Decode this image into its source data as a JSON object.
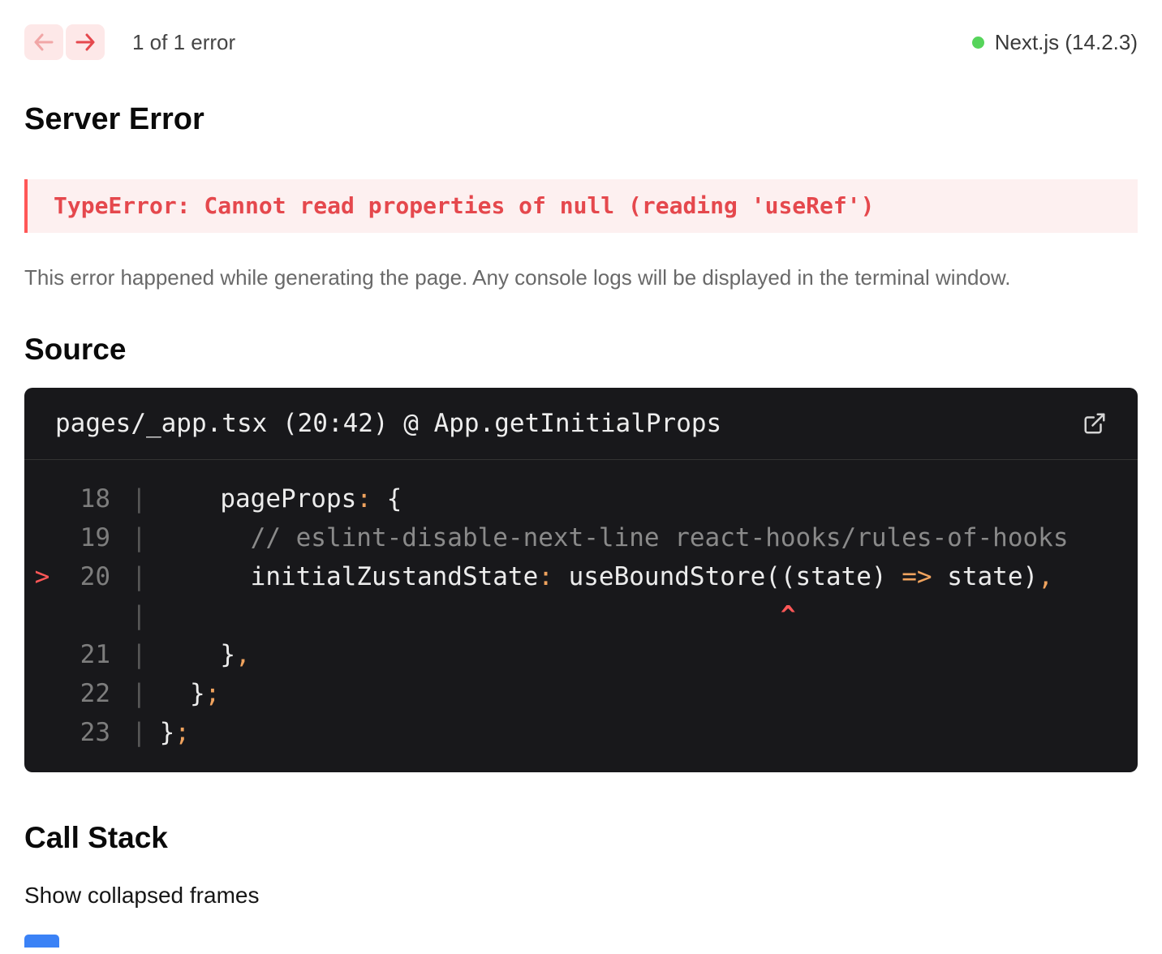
{
  "colors": {
    "accent_red": "#e5484d",
    "error_box_bg": "#fdf0f0",
    "error_box_border": "#ff5757",
    "nav_button_bg": "#fde8e8",
    "nav_arrow_disabled": "#f1a6a6",
    "nav_arrow_active": "#e5484d",
    "nextjs_dot_green": "#56d45b",
    "code_bg": "#18181b",
    "code_plain": "#ececec",
    "code_operator_yellow": "#f0a35e",
    "code_comment_gray": "#8a8a8a",
    "partial_blue": "#3b82f6"
  },
  "icons": {
    "previous": "arrow-left",
    "next": "arrow-right",
    "status": "green-dot",
    "open_in_editor": "external-link"
  },
  "toolbar": {
    "error_count": "1 of 1 error",
    "version": "Next.js (14.2.3)"
  },
  "error": {
    "title": "Server Error",
    "message": "TypeError: Cannot read properties of null (reading 'useRef')",
    "description": "This error happened while generating the page. Any console logs will be displayed in the terminal window."
  },
  "source": {
    "heading": "Source",
    "file": "pages/_app.tsx (20:42) @ App.getInitialProps",
    "code_lines": [
      {
        "marker": "",
        "number": "18",
        "tokens": [
          {
            "t": "    pageProps",
            "c": "plain"
          },
          {
            "t": ":",
            "c": "op"
          },
          {
            "t": " {",
            "c": "plain"
          }
        ]
      },
      {
        "marker": "",
        "number": "19",
        "tokens": [
          {
            "t": "      // eslint-disable-next-line react-hooks/rules-of-hooks",
            "c": "comment"
          }
        ]
      },
      {
        "marker": ">",
        "number": "20",
        "tokens": [
          {
            "t": "      initialZustandState",
            "c": "plain"
          },
          {
            "t": ":",
            "c": "op"
          },
          {
            "t": " useBoundStore((state) ",
            "c": "plain"
          },
          {
            "t": "=>",
            "c": "op"
          },
          {
            "t": " state)",
            "c": "plain"
          },
          {
            "t": ",",
            "c": "op"
          }
        ]
      },
      {
        "marker": "",
        "number": "",
        "tokens": [
          {
            "pad": 41,
            "t": "^",
            "c": "red"
          }
        ]
      },
      {
        "marker": "",
        "number": "21",
        "tokens": [
          {
            "t": "    }",
            "c": "plain"
          },
          {
            "t": ",",
            "c": "op"
          }
        ]
      },
      {
        "marker": "",
        "number": "22",
        "tokens": [
          {
            "t": "  }",
            "c": "plain"
          },
          {
            "t": ";",
            "c": "op"
          }
        ]
      },
      {
        "marker": "",
        "number": "23",
        "tokens": [
          {
            "t": "}",
            "c": "plain"
          },
          {
            "t": ";",
            "c": "op"
          }
        ]
      }
    ]
  },
  "call_stack": {
    "heading": "Call Stack",
    "toggle_label": "Show collapsed frames"
  }
}
